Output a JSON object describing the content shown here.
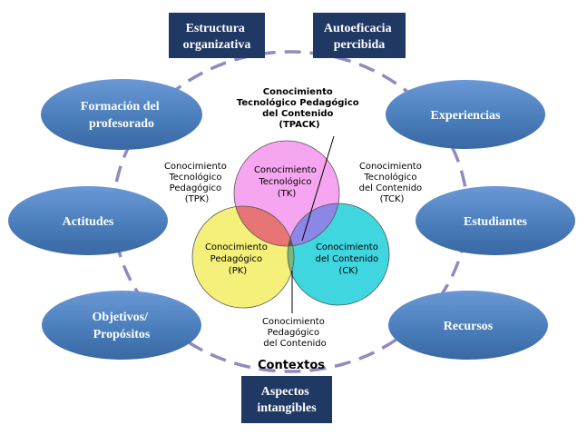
{
  "diagram": {
    "boxes": {
      "estructura": [
        "Estructura",
        "organizativa"
      ],
      "autoeficacia": [
        "Autoeficacia",
        "percibida"
      ],
      "aspectos": [
        "Aspectos",
        "intangibles"
      ]
    },
    "ellipses": {
      "formacion": [
        "Formación del",
        "profesorado"
      ],
      "experiencias": [
        "Experiencias"
      ],
      "actitudes": [
        "Actitudes"
      ],
      "estudiantes": [
        "Estudiantes"
      ],
      "objetivos": [
        "Objetivos/",
        "Propósitos"
      ],
      "recursos": [
        "Recursos"
      ]
    },
    "circles": {
      "tk": [
        "Conocimiento",
        "Tecnológico",
        "(TK)"
      ],
      "pk": [
        "Conocimiento",
        "Pedagógico",
        "(PK)"
      ],
      "ck": [
        "Conocimiento",
        "del Contenido",
        "(CK)"
      ]
    },
    "outer_labels": {
      "tpack": [
        "Conocimiento",
        "Tecnológico Pedagógico",
        "del Contenido",
        "(TPACK)"
      ],
      "tpk": [
        "Conocimiento",
        "Tecnológico",
        "Pedagógico",
        "(TPK)"
      ],
      "tck": [
        "Conocimiento",
        "Tecnológico",
        "del Contenido",
        "(TCK)"
      ],
      "pck": [
        "Conocimiento",
        "Pedagógico",
        "del Contenido"
      ]
    },
    "contextos": "Contextos"
  },
  "colors": {
    "box_fill": "#1f3864",
    "ellipse_fill": "#4a7ebb",
    "dashed_ring": "#8f8bc0",
    "tk_fill": "#f6a6f0",
    "pk_fill": "#f5f07a",
    "ck_fill": "#3fd6df",
    "tp_overlap": "#e77575",
    "tc_overlap": "#8c86e6",
    "pc_overlap": "#79b67a",
    "center": "#5a5b3a"
  }
}
